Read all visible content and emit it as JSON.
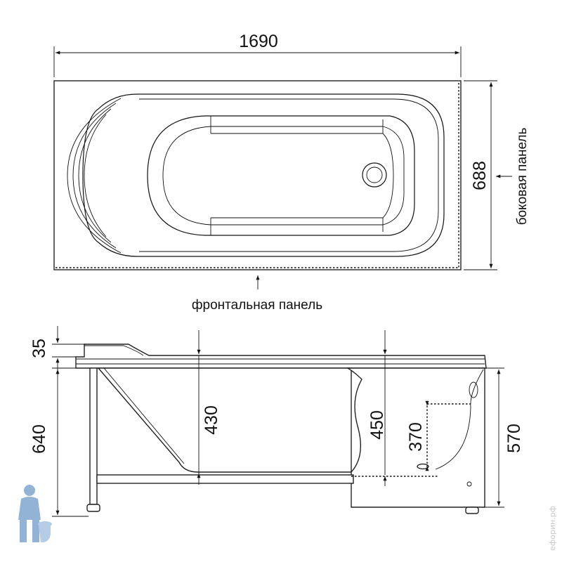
{
  "top_view": {
    "length_label": "1690",
    "width_label": "688",
    "side_panel_label": "боковая панель",
    "front_panel_label": "фронтальная панель"
  },
  "side_view": {
    "rim_height_label": "35",
    "total_height_label": "640",
    "depth_430_label": "430",
    "depth_450_label": "450",
    "drain_height_label": "370",
    "panel_height_label": "570"
  },
  "watermark": {
    "text": "ефорин.рф"
  },
  "colors": {
    "line": "#111111",
    "mascot_blue": "#7fa6cf"
  }
}
